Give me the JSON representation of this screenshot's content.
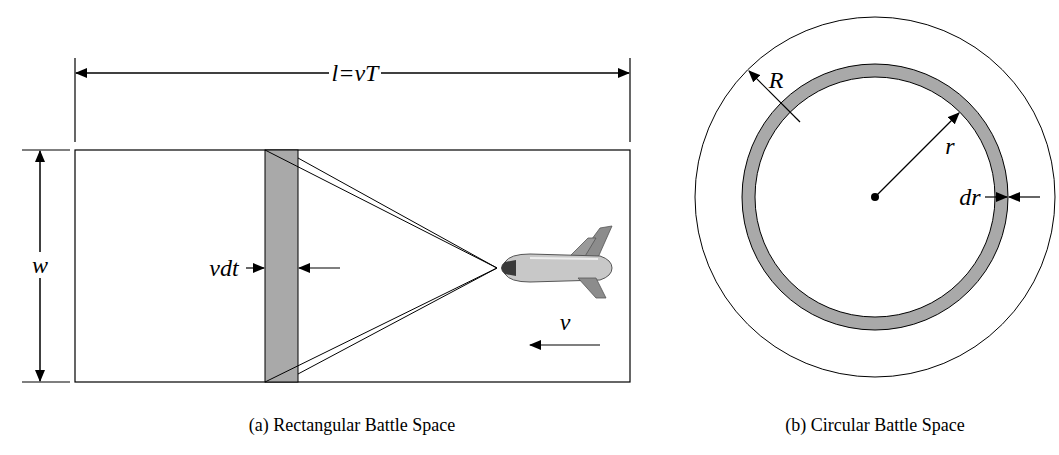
{
  "diagram": {
    "labels": [
      "l=vT",
      "w",
      "vdt",
      "v",
      "R",
      "r",
      "dr",
      "(a) Rectangular Battle Space",
      "(b) Circular Battle Space"
    ]
  }
}
